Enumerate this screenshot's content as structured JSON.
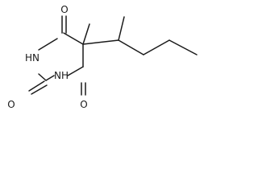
{
  "structure": {
    "atoms": {
      "o_top": "O",
      "o_left": "O",
      "o_bottom": "O",
      "nh_upper": "HN",
      "nh_lower": "NH"
    }
  },
  "colors": {
    "stroke": "#1a1a1a",
    "background": "#ffffff"
  }
}
